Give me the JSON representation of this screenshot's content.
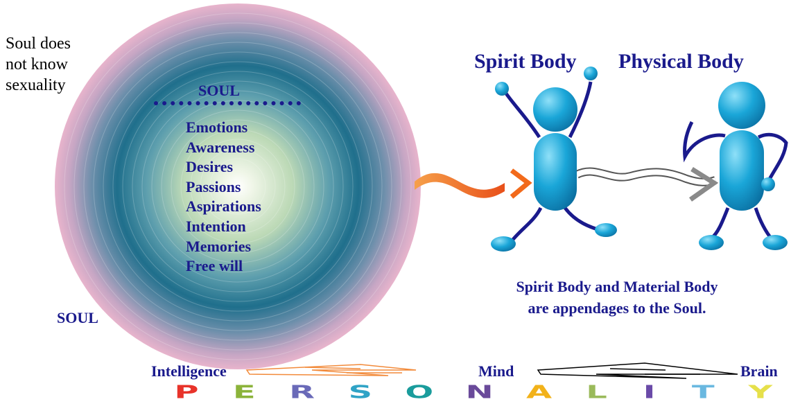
{
  "note": [
    "Soul does",
    "not know",
    "sexuality"
  ],
  "soul_label_top": "SOUL",
  "soul_label_bottom": "SOUL",
  "qualities": [
    "Emotions",
    "Awareness",
    "Desires",
    "Passions",
    "Aspirations",
    "Intention",
    "Memories",
    "Free will"
  ],
  "spirit_body_title": "Spirit Body",
  "physical_body_title": "Physical Body",
  "caption": [
    "Spirit Body and Material Body",
    "are appendages to the Soul."
  ],
  "bottom_labels": {
    "left": "Intelligence",
    "middle": "Mind",
    "right": "Brain"
  },
  "personality_letters": [
    "P",
    "E",
    "R",
    "S",
    "O",
    "N",
    "A",
    "L",
    "I",
    "T",
    "Y"
  ],
  "colors": {
    "text_navy": "#1a1a8c",
    "soul_outer": "#e8b4cc",
    "soul_inner": "#1a6c8a",
    "soul_center": "#f2f7ec",
    "figure": "#1aa6d8",
    "limb": "#1a1a8c",
    "arrow_orange": "#f26a1b",
    "arrow_gray": "#8a8a8a",
    "personality": [
      "#e8332a",
      "#8bb33a",
      "#6a6ab8",
      "#2fa3c6",
      "#1a9c9c",
      "#6a4a9a",
      "#f2b21a",
      "#9aba5a",
      "#6a4aa8",
      "#6ab8e0",
      "#e6e04a"
    ]
  }
}
